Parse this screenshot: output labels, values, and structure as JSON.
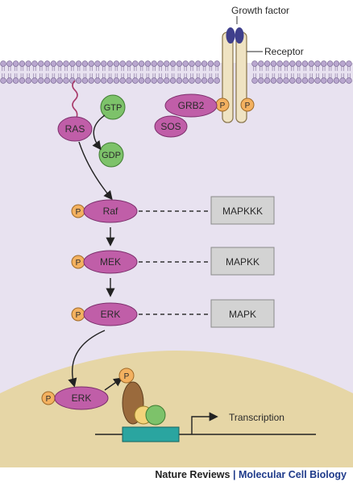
{
  "labels": {
    "growth_factor": "Growth factor",
    "receptor": "Receptor",
    "gtp": "GTP",
    "ras": "RAS",
    "gdp": "GDP",
    "grb2": "GRB2",
    "sos": "SOS",
    "phospho": "P",
    "raf": "Raf",
    "mek": "MEK",
    "erk": "ERK",
    "erk_nucleus": "ERK",
    "mapkkk": "MAPKKK",
    "mapkk": "MAPKK",
    "mapk": "MAPK",
    "transcription": "Transcription"
  },
  "footer": {
    "journal_left": "Nature Reviews",
    "separator": "|",
    "journal_right": "Molecular Cell Biology"
  },
  "colors": {
    "cytoplasm": "#e8e2f0",
    "nucleus": "#e6d6a6",
    "membrane_head": "#b9a7cf",
    "protein_magenta": "#c05ea8",
    "gtp_green": "#7dc26a",
    "phospho_orange": "#f3b160",
    "mapk_box": "#d3d3d3",
    "receptor_body": "#efe3c2",
    "ligand": "#3f3f8c",
    "dna": "#2aa5a0"
  }
}
